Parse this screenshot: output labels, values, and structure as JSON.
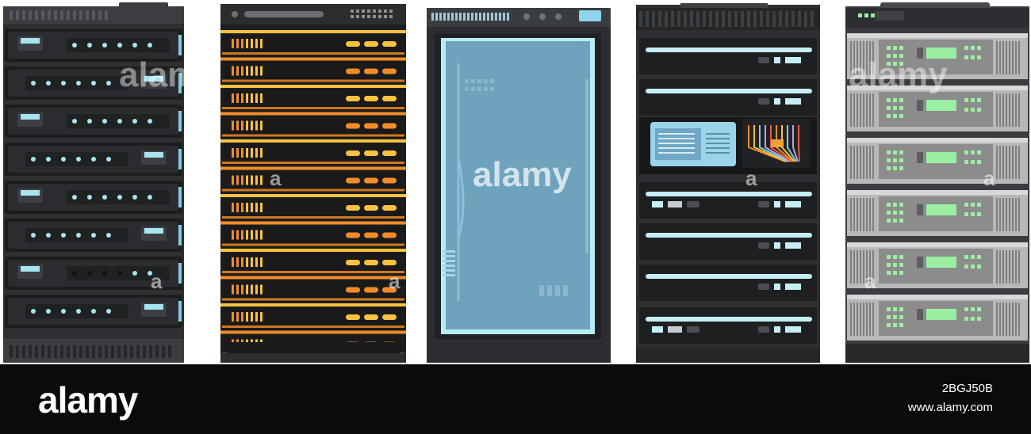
{
  "image": {
    "subject": "five server racks",
    "racks": [
      {
        "style": "black rack with blue LED indicators",
        "units": 8
      },
      {
        "style": "black rack with orange and yellow indicators",
        "units": 12
      },
      {
        "style": "rack with glass door showing blue interior"
      },
      {
        "style": "dark rack with cyan light strips and open panel",
        "units": 7
      },
      {
        "style": "grey rack with green displays",
        "units": 6
      }
    ],
    "colors": {
      "rack_dark": "#2e3033",
      "rack_black": "#1c1d1f",
      "led_blue": "#a8e4f0",
      "led_orange": "#f28c28",
      "led_yellow": "#f7c23e",
      "glass_blue": "#6fa3bd",
      "strip_cyan": "#c6eef7",
      "panel_grey": "#8c8c8c",
      "display_green": "#9af0a0"
    }
  },
  "watermark": {
    "center_text": "alamy",
    "small_text": "a"
  },
  "footer": {
    "logo": "alamy",
    "image_id": "2BGJ50B",
    "url": "www.alamy.com"
  }
}
